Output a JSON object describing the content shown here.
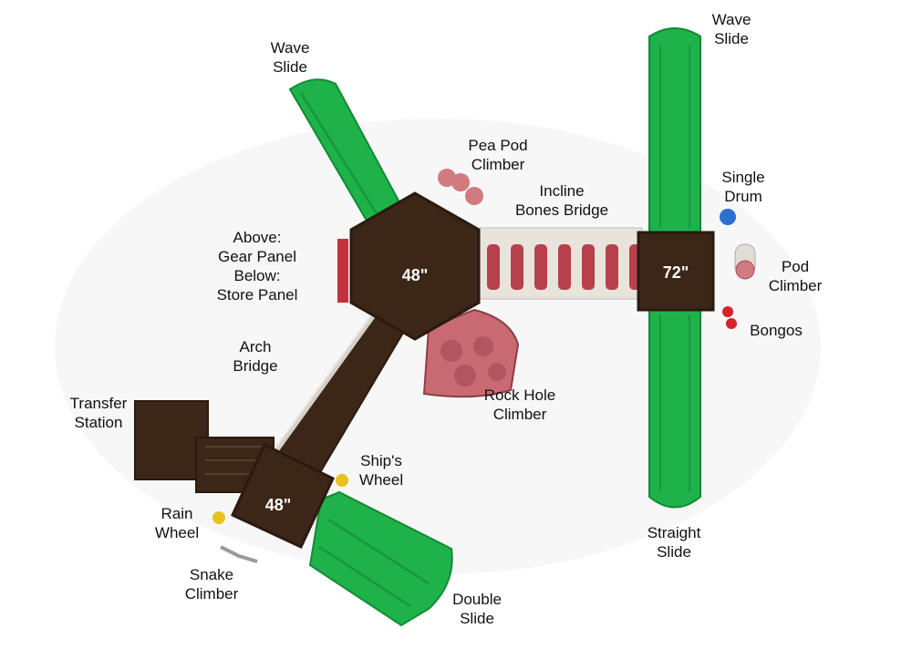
{
  "colors": {
    "deck": "#3b2618",
    "deck_edge": "#2a1a10",
    "slide_green": "#1fb24a",
    "slide_green_dark": "#128a34",
    "rock_pink": "#c96a72",
    "bridge_red": "#b7414a",
    "bridge_white": "#e8e4dc",
    "drum_blue": "#2c6fd1",
    "bongo_red": "#d8222a",
    "wheel_yellow": "#e8c21e"
  },
  "decks": {
    "hex_main": "48\"",
    "square_right": "72\"",
    "square_lower": "48\""
  },
  "labels": {
    "wave_slide_left": [
      "Wave",
      "Slide"
    ],
    "wave_slide_right": [
      "Wave",
      "Slide"
    ],
    "pea_pod_climber": [
      "Pea Pod",
      "Climber"
    ],
    "incline_bones_bridge": [
      "Incline",
      "Bones Bridge"
    ],
    "single_drum": [
      "Single",
      "Drum"
    ],
    "pod_climber": [
      "Pod",
      "Climber"
    ],
    "bongos": [
      "Bongos"
    ],
    "gear_store_panel": [
      "Above:",
      "Gear Panel",
      "Below:",
      "Store Panel"
    ],
    "arch_bridge": [
      "Arch",
      "Bridge"
    ],
    "rock_hole_climber": [
      "Rock Hole",
      "Climber"
    ],
    "transfer_station": [
      "Transfer",
      "Station"
    ],
    "ships_wheel": [
      "Ship's",
      "Wheel"
    ],
    "rain_wheel": [
      "Rain",
      "Wheel"
    ],
    "snake_climber": [
      "Snake",
      "Climber"
    ],
    "double_slide": [
      "Double",
      "Slide"
    ],
    "straight_slide": [
      "Straight",
      "Slide"
    ]
  }
}
